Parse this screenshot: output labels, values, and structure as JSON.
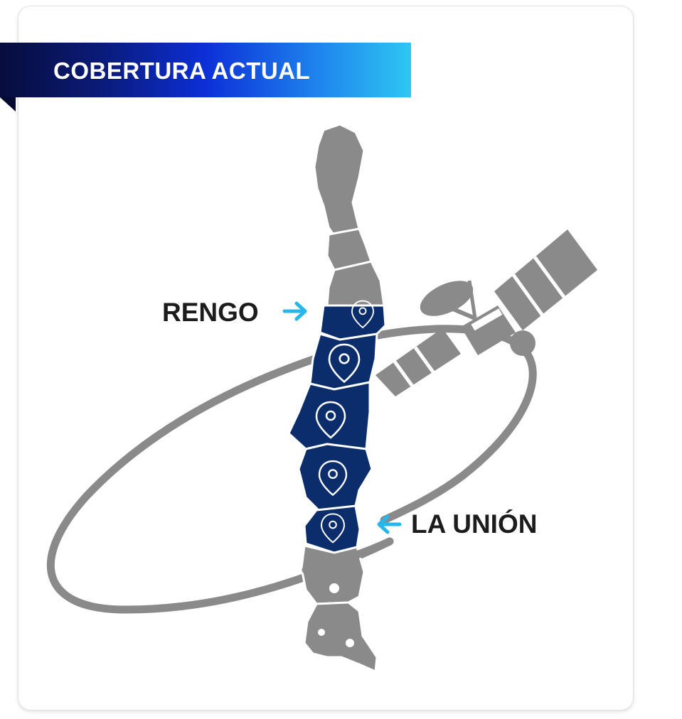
{
  "banner": {
    "title": "COBERTURA ACTUAL"
  },
  "labels": {
    "north": "RENGO",
    "south": "LA UNIÓN"
  },
  "colors": {
    "banner_dark": "#070d3c",
    "banner_light": "#2ec6f2",
    "region_covered": "#0b2d6b",
    "region_other": "#8a8a8a",
    "arrow": "#27b6ea",
    "satellite_orbit": "#8a8a8a"
  },
  "icons": [
    "location-pin-icon",
    "arrow-right-icon",
    "arrow-left-icon",
    "satellite-icon"
  ]
}
